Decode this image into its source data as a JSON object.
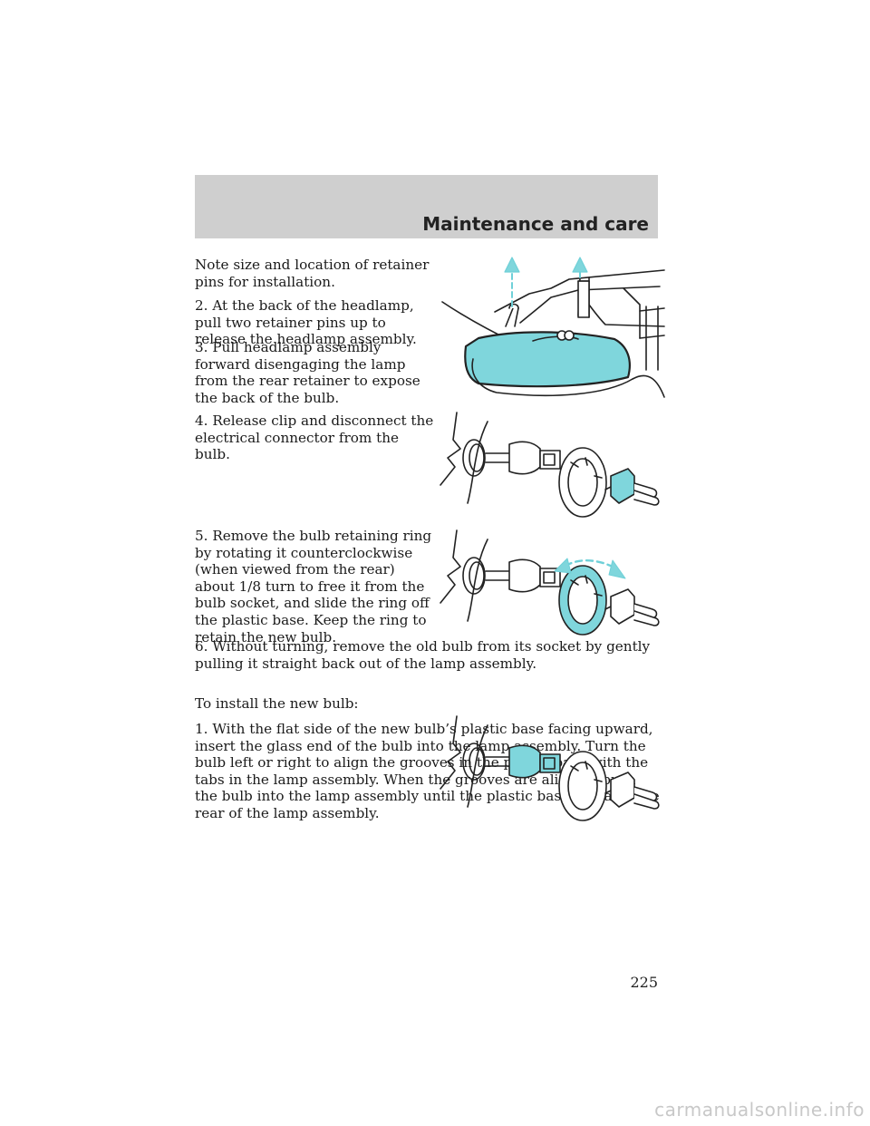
{
  "header": {
    "title": "Maintenance and care"
  },
  "paragraphs": [
    "Note size and location of retainer pins for installation.",
    "2. At the back of the headlamp, pull two retainer pins up to release the headlamp assembly.",
    "3. Pull headlamp assembly forward disengaging the lamp from the rear retainer to expose the back of the bulb.",
    "4. Release clip and disconnect the electrical connector from the bulb.",
    "5. Remove the bulb retaining ring by rotating it counterclockwise (when viewed from the rear) about 1/8 turn to free it from the bulb socket, and slide the ring off the plastic base. Keep the ring to retain the new bulb.",
    "6. Without turning, remove the old bulb from its socket by gently pulling it straight back out of the lamp assembly.",
    "To install the new bulb:",
    "1. With the flat side of the new bulb’s plastic base facing upward, insert the glass end of the bulb into the lamp assembly. Turn the bulb left or right to align the grooves in the plastic base with the tabs in the lamp assembly. When the grooves are aligned, push the bulb into the lamp assembly until the plastic base contacts the rear of the lamp assembly."
  ],
  "page_number": "225",
  "watermark": "carmanualsonline.info",
  "colors": {
    "highlight": "#7fd6dc",
    "header_band": "#cfcfcf",
    "ink": "#1a1a1a"
  },
  "figures": [
    {
      "icon": "headlamp-retainer-pins-illustration"
    },
    {
      "icon": "bulb-connector-removal-illustration"
    },
    {
      "icon": "retaining-ring-rotation-illustration"
    },
    {
      "icon": "new-bulb-install-illustration"
    }
  ]
}
